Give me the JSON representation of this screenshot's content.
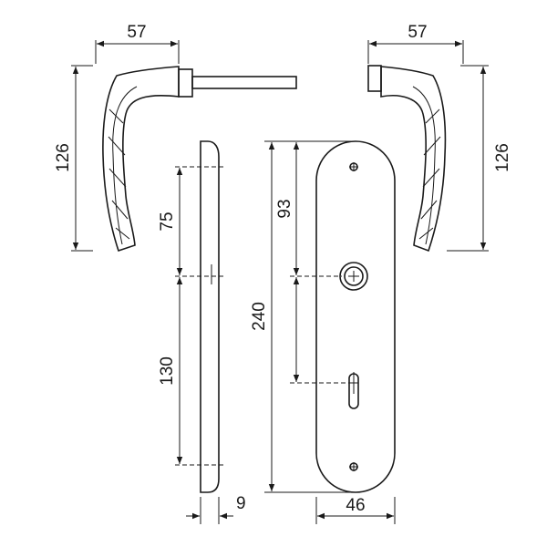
{
  "dimensions": {
    "left_handle_width": "57",
    "left_handle_height": "126",
    "right_handle_width": "57",
    "right_handle_height": "126",
    "side_upper": "75",
    "side_lower": "130",
    "side_thickness": "9",
    "plate_length": "240",
    "plate_to_spindle": "93",
    "plate_width": "46"
  }
}
